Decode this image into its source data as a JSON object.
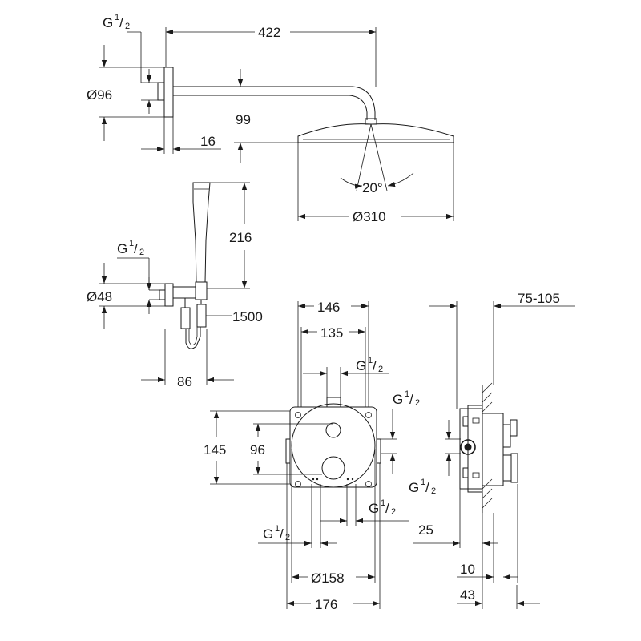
{
  "dimensions": {
    "arm_length": "422",
    "drop": "99",
    "wall_offset": "16",
    "flange_dia": "Ø96",
    "head_dia": "Ø310",
    "tilt": "20°",
    "handshower_height": "216",
    "holder_dia": "Ø48",
    "hose_length": "1500",
    "holder_projection": "86",
    "plate_width": "146",
    "box_width": "135",
    "plate_height": "145",
    "valve_spacing": "96",
    "ring_dia": "Ø158",
    "cover_width": "176",
    "install_depth": "75-105",
    "trim_depth": "25",
    "plate_thickness": "10",
    "total_projection": "43"
  },
  "threads": {
    "base": "G",
    "numerator": "1",
    "slash": "/",
    "denominator": "2"
  }
}
